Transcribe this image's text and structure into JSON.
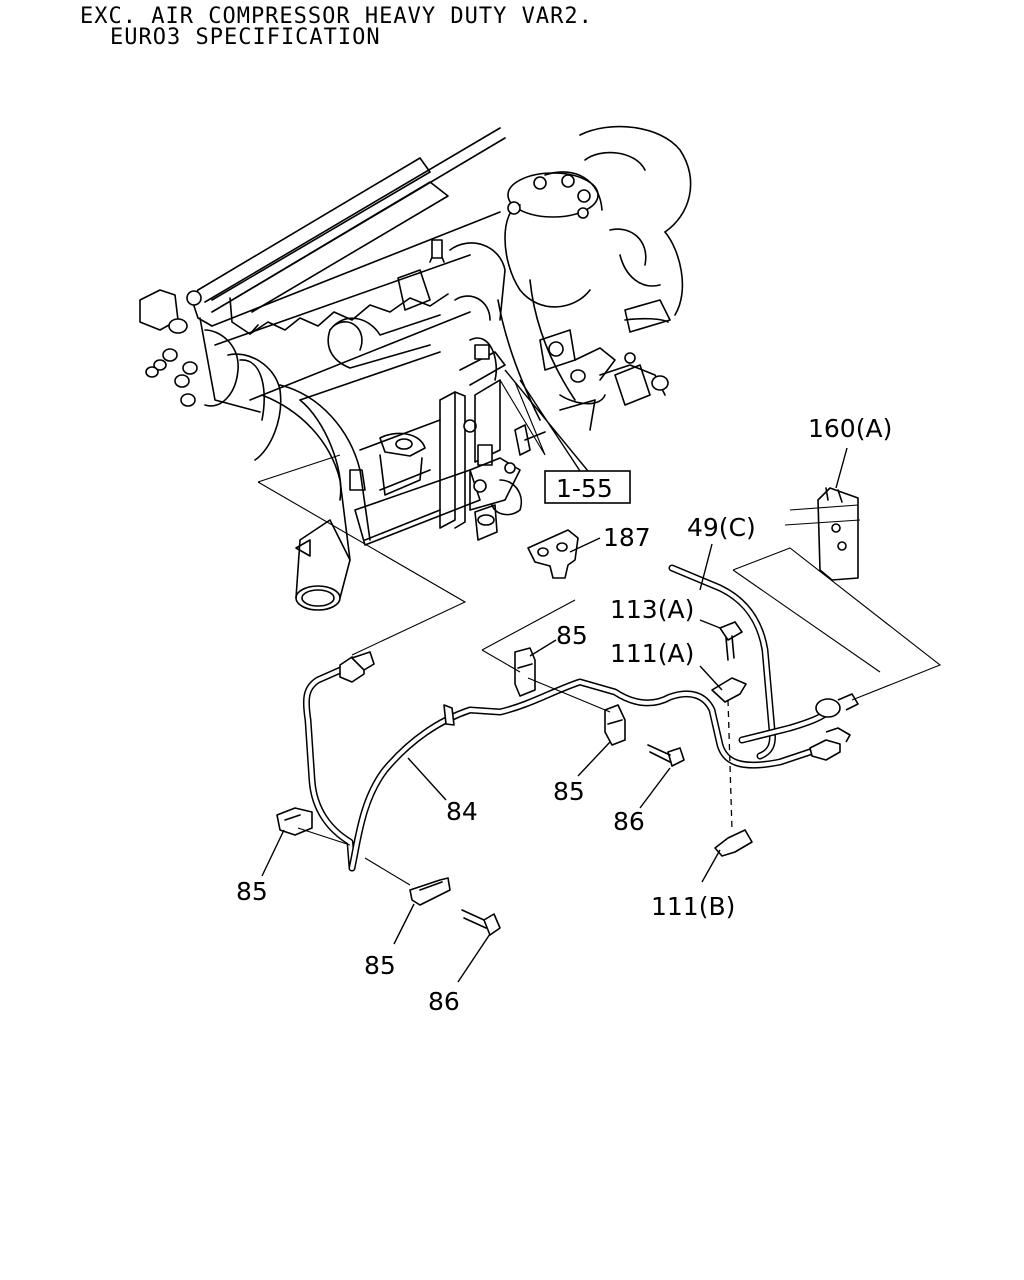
{
  "title": {
    "line1": "EXC. AIR COMPRESSOR HEAVY DUTY VAR2.",
    "line2": "EURO3 SPECIFICATION"
  },
  "callouts": {
    "ref_1_55": "1-55",
    "p160a": "160(A)",
    "p187": "187",
    "p49c": "49(C)",
    "p113a": "113(A)",
    "p111a": "111(A)",
    "p85_upper": "85",
    "p84": "84",
    "p85_mid": "85",
    "p86_mid": "86",
    "p85_left": "85",
    "p85_lower": "85",
    "p86_lower": "86",
    "p111b": "111(B)"
  }
}
